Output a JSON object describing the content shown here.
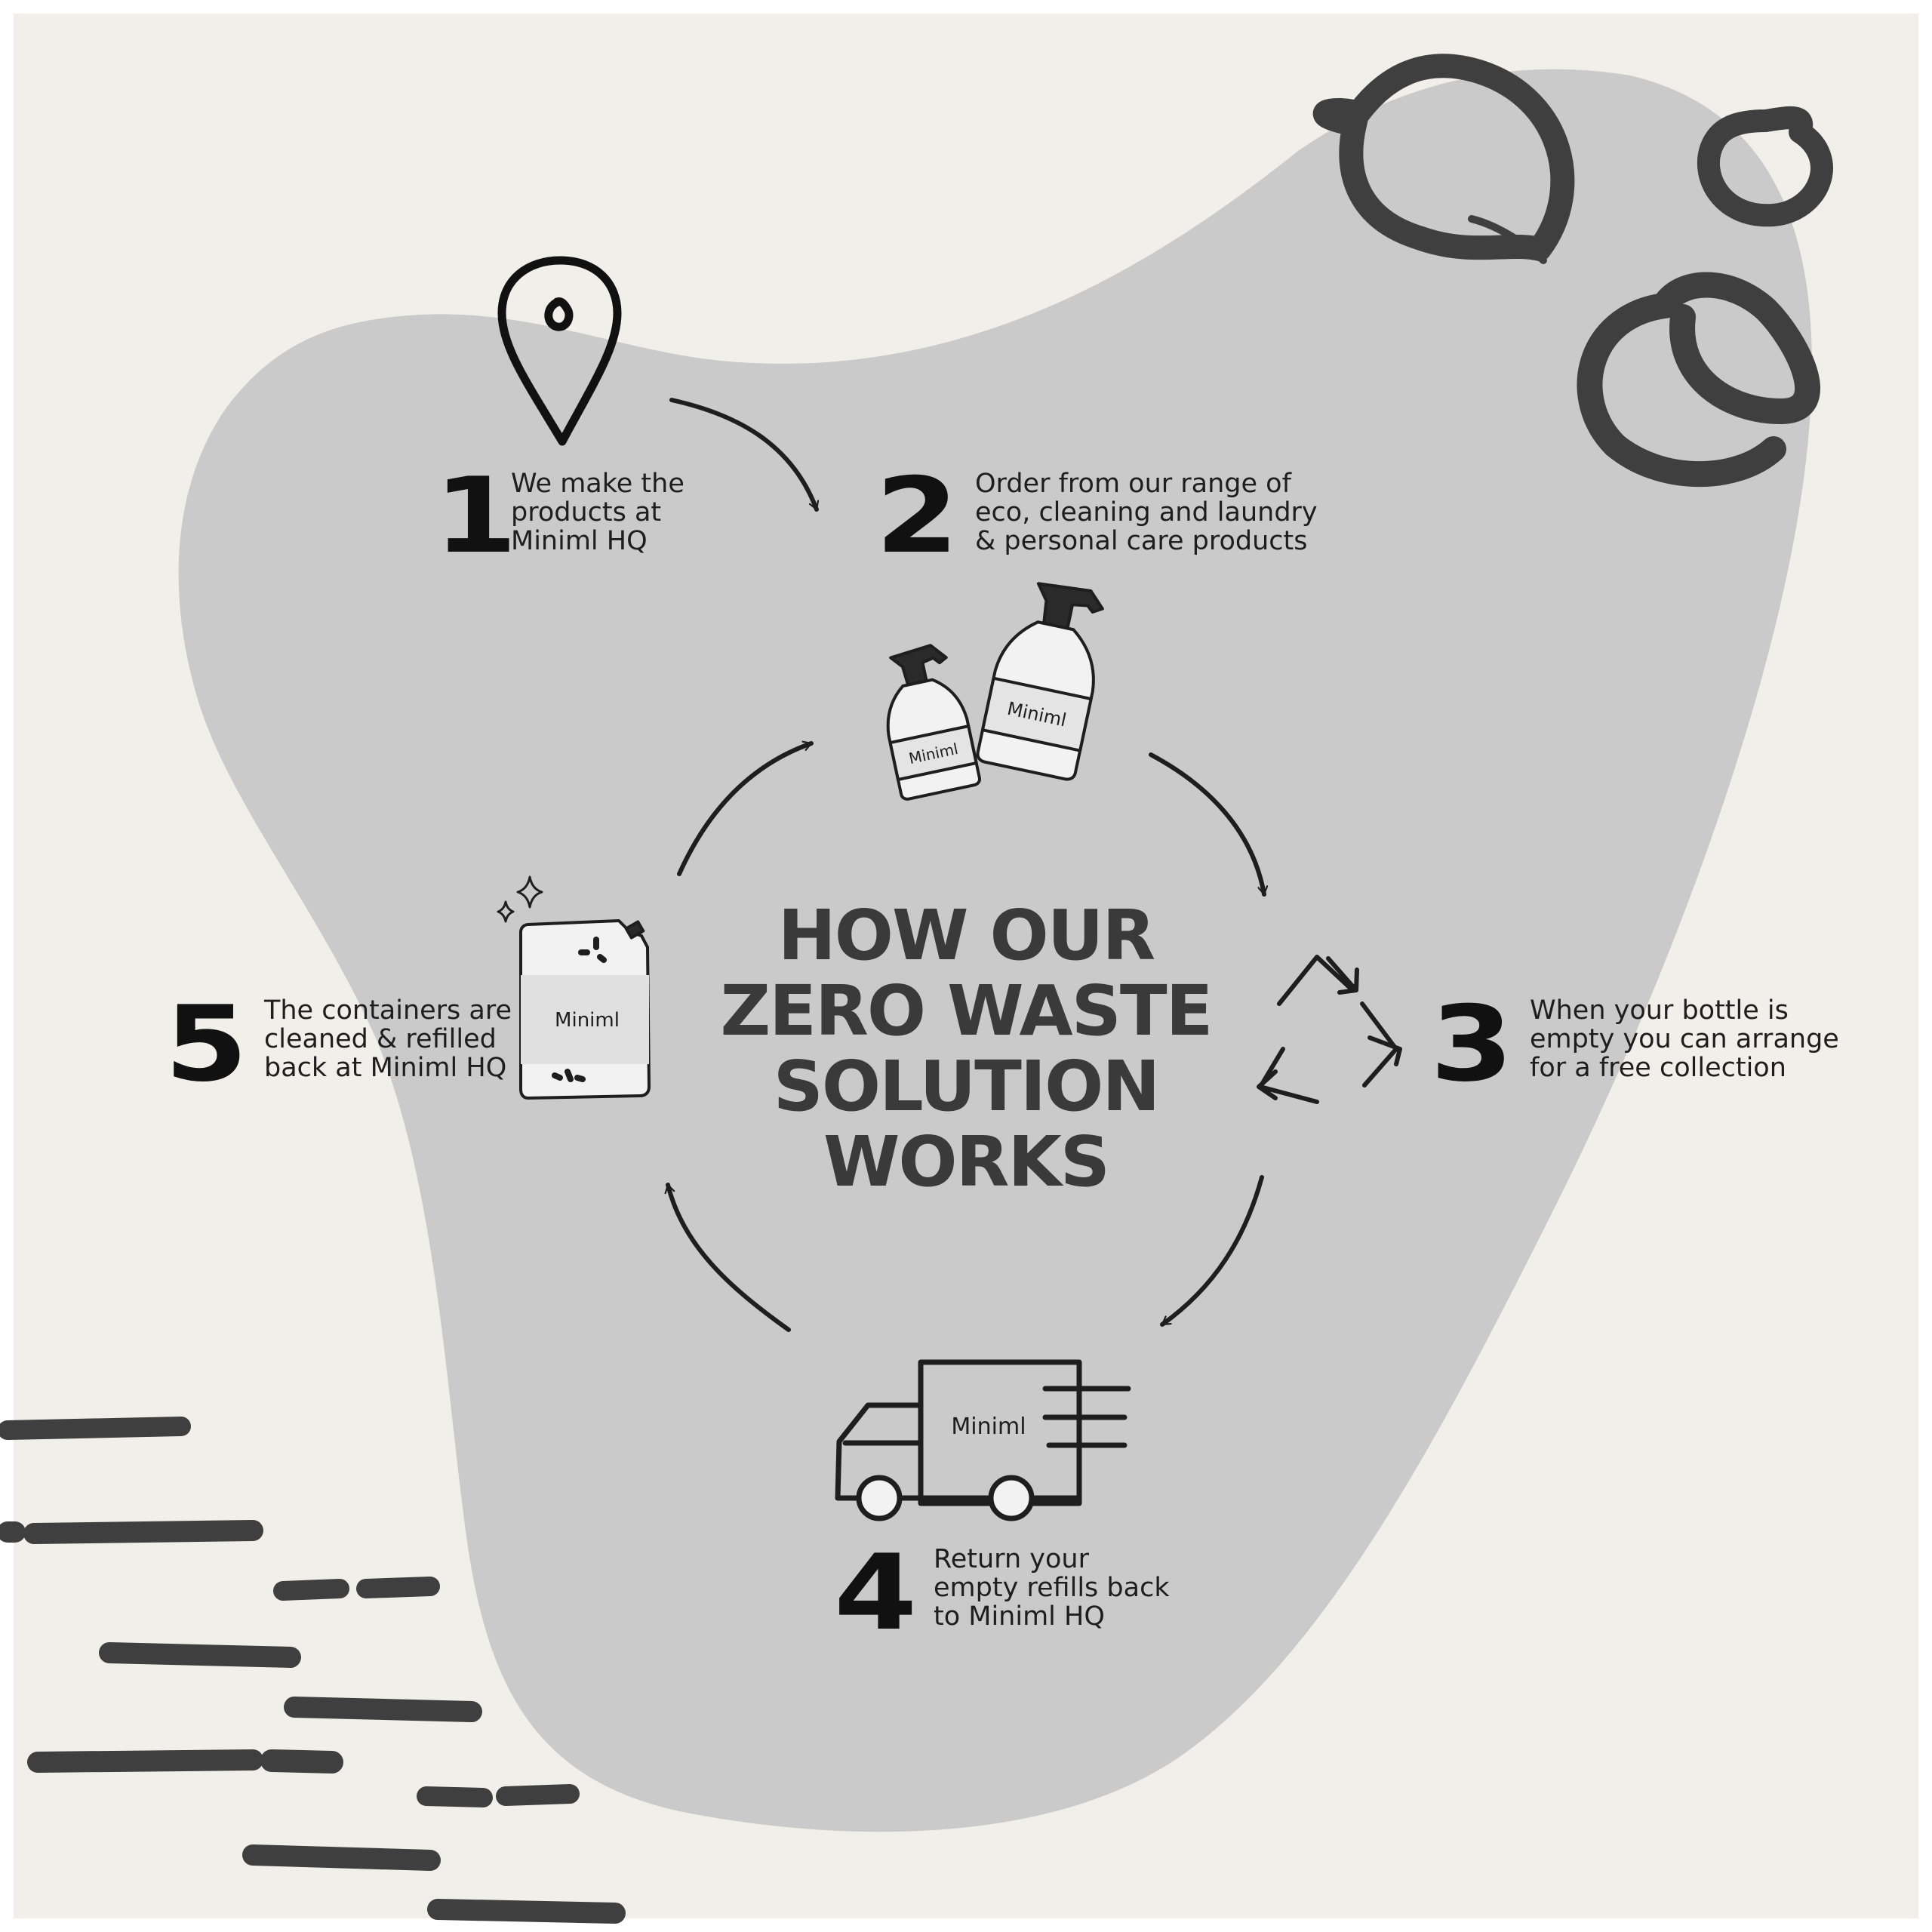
{
  "title": {
    "line1": "HOW OUR",
    "line2": "ZERO WASTE",
    "line3": "SOLUTION",
    "line4": "WORKS"
  },
  "steps": [
    {
      "number": "1",
      "text": "We make the\nproducts at\nMiniml HQ"
    },
    {
      "number": "2",
      "text": "Order from our range of\neco, cleaning and laundry\n& personal care products"
    },
    {
      "number": "3",
      "text": "When your bottle is\nempty you can arrange\nfor a free collection"
    },
    {
      "number": "4",
      "text": "Return your\nempty refills back\nto Miniml HQ"
    },
    {
      "number": "5",
      "text": "The containers are\ncleaned & refilled\nback at Miniml HQ"
    }
  ],
  "brand": {
    "bottle_small_label": "Miniml",
    "bottle_large_label": "Miniml",
    "pouch_label": "Miniml",
    "truck_label": "Miniml"
  },
  "colors": {
    "background": "#f0efe9",
    "blob": "#cacaca",
    "ink": "#1e1e1e",
    "title": "#3a3a3a",
    "brush": "#3f3f3f"
  },
  "icons": [
    "location-pin-icon",
    "spray-bottle-icon",
    "recycle-icon",
    "delivery-truck-icon",
    "refill-pouch-icon",
    "sparkle-icon"
  ]
}
